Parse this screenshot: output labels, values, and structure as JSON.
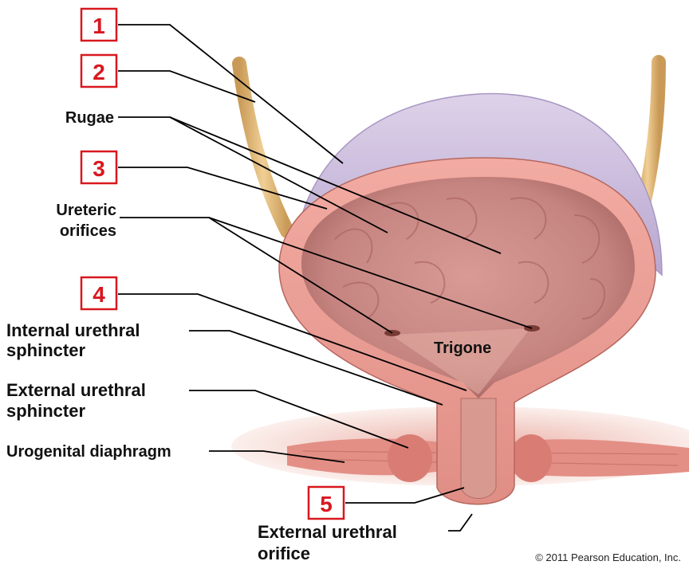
{
  "labels": {
    "rugae": "Rugae",
    "ureteric_1": "Ureteric",
    "ureteric_2": "orifices",
    "internal_1": "Internal urethral",
    "internal_2": "sphincter",
    "external_1": "External urethral",
    "external_2": "sphincter",
    "urogenital": "Urogenital diaphragm",
    "trigone": "Trigone",
    "orifice_1": "External urethral",
    "orifice_2": "orifice"
  },
  "number_boxes": [
    "1",
    "2",
    "3",
    "4",
    "5"
  ],
  "copyright": "© 2011 Pearson Education, Inc.",
  "colors": {
    "callout_red": "#d8181f",
    "mucosa": "#c98582",
    "muscle_wall": "#ec9c92",
    "peritoneum": "#d4c7e3",
    "ureter": "#dcae6c"
  }
}
